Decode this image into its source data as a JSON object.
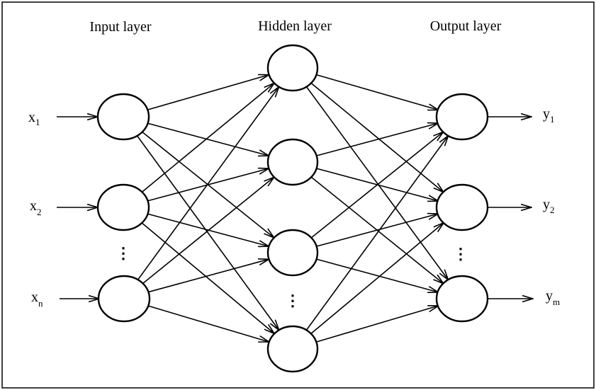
{
  "layers": {
    "input": {
      "title": "Input layer",
      "nodes": [
        {
          "id": "x1",
          "symbol": "x",
          "subscript": "1"
        },
        {
          "id": "x2",
          "symbol": "x",
          "subscript": "2"
        },
        {
          "id": "xn",
          "symbol": "x",
          "subscript": "n"
        }
      ],
      "ellipsis": "⋮"
    },
    "hidden": {
      "title": "Hidden layer",
      "nodes": [
        {
          "id": "h1"
        },
        {
          "id": "h2"
        },
        {
          "id": "h3"
        },
        {
          "id": "h4"
        }
      ],
      "ellipsis": "⋮"
    },
    "output": {
      "title": "Output layer",
      "nodes": [
        {
          "id": "y1",
          "symbol": "y",
          "subscript": "1"
        },
        {
          "id": "y2",
          "symbol": "y",
          "subscript": "2"
        },
        {
          "id": "ym",
          "symbol": "y",
          "subscript": "m"
        }
      ],
      "ellipsis": "⋮"
    }
  },
  "connectivity": "fully-connected",
  "colors": {
    "stroke": "#000000",
    "background": "#ffffff"
  }
}
